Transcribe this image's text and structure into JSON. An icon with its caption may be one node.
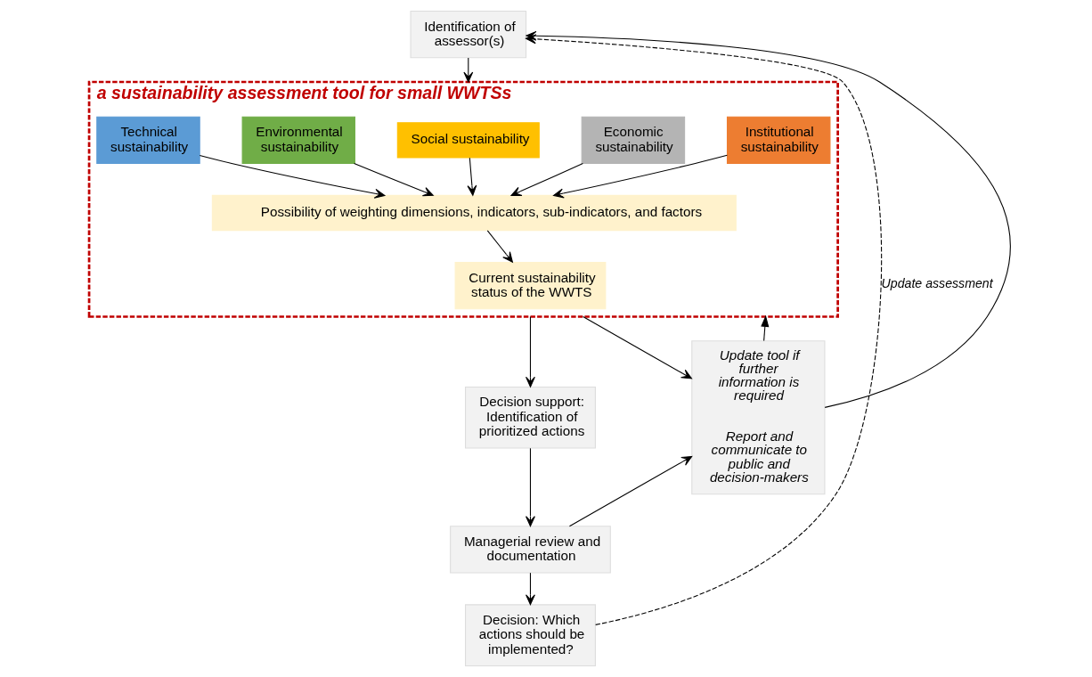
{
  "diagram": {
    "nodes": [
      {
        "text": [
          "Identification of assessor(s)"
        ]
      },
      {
        "text": [
          "a sustainability assessment tool for small WWTSs"
        ]
      },
      {
        "text": [
          "Technical sustainability"
        ],
        "in": 1
      },
      {
        "text": [
          "Environmental sustainability"
        ],
        "in": 1
      },
      {
        "text": [
          "Social sustainability"
        ],
        "in": 1
      },
      {
        "text": [
          "Economic sustainability"
        ],
        "in": 1
      },
      {
        "text": [
          "Institutional sustainability"
        ],
        "in": 1
      },
      {
        "text": [
          "Possibility of weighting dimensions, indicators, sub-indicators, and factors"
        ],
        "in": 1
      },
      {
        "text": [
          "Current sustainability status of the WWTS"
        ],
        "in": 1
      },
      {
        "text": [
          "Decision support: Identification of prioritized actions"
        ]
      },
      {
        "text": [
          "Managerial review and documentation"
        ]
      },
      {
        "text": [
          "Decision: Which actions should be implemented?"
        ]
      },
      {
        "text": [
          "Update tool if further information is required",
          "Report and communicate to public and decision-makers"
        ]
      }
    ],
    "edges": [
      {
        "from": 11,
        "to": 0,
        "arrow": "to",
        "style": "dashed",
        "label": "Update assessment"
      },
      {
        "from": 0,
        "to": 1,
        "arrow": "to"
      },
      {
        "from": 2,
        "to": 7,
        "arrow": "to"
      },
      {
        "from": 3,
        "to": 7,
        "arrow": "to"
      },
      {
        "from": 4,
        "to": 7,
        "arrow": "to"
      },
      {
        "from": 5,
        "to": 7,
        "arrow": "to"
      },
      {
        "from": 6,
        "to": 7,
        "arrow": "to"
      },
      {
        "from": 7,
        "to": 8,
        "arrow": "to"
      },
      {
        "from": 1,
        "to": 9,
        "arrow": "to"
      },
      {
        "from": 9,
        "to": 10,
        "arrow": "to"
      },
      {
        "from": 10,
        "to": 11,
        "arrow": "to"
      },
      {
        "from": 10,
        "to": 12,
        "arrow": "to"
      },
      {
        "from": 12,
        "to": 0,
        "arrow": "to"
      },
      {
        "from": 12,
        "to": 1,
        "arrow": "to"
      },
      {
        "from": 1,
        "to": 12,
        "arrow": "to"
      }
    ]
  }
}
